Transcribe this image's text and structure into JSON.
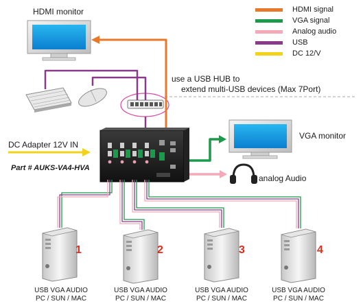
{
  "colors": {
    "hdmi": "#e8782a",
    "vga": "#1a9a4a",
    "analog": "#f4a8b8",
    "usb": "#8a3a8a",
    "dc": "#f2d21a"
  },
  "legend": [
    {
      "label": "HDMI signal",
      "color": "#e8782a"
    },
    {
      "label": "VGA signal",
      "color": "#1a9a4a"
    },
    {
      "label": "Analog audio",
      "color": "#f4a8b8"
    },
    {
      "label": "USB",
      "color": "#8a3a8a"
    },
    {
      "label": "DC 12/V",
      "color": "#f2d21a"
    }
  ],
  "labels": {
    "hdmi_monitor": "HDMI monitor",
    "usb_hub_note_line1": "use a USB HUB to",
    "usb_hub_note_line2": "extend multi-USB devices (Max 7Port)",
    "dc_adapter": "DC Adapter 12V IN",
    "part_number": "Part # AUKS-VA4-HVA",
    "vga_monitor": "VGA monitor",
    "analog_audio": "analog Audio"
  },
  "pcs": [
    {
      "number": "1",
      "caption_line1": "USB VGA AUDIO",
      "caption_line2": "PC / SUN / MAC"
    },
    {
      "number": "2",
      "caption_line1": "USB VGA AUDIO",
      "caption_line2": "PC / SUN / MAC"
    },
    {
      "number": "3",
      "caption_line1": "USB VGA AUDIO",
      "caption_line2": "PC / SUN / MAC"
    },
    {
      "number": "4",
      "caption_line1": "USB VGA AUDIO",
      "caption_line2": "PC / SUN / MAC"
    }
  ]
}
